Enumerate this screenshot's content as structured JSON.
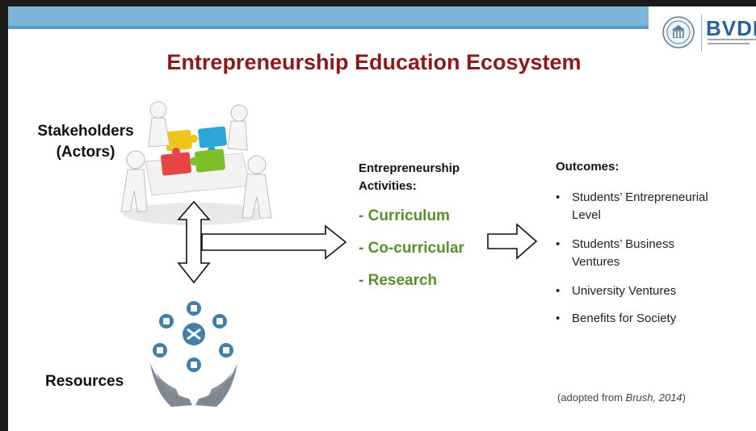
{
  "slide": {
    "title": "Entrepreneurship Education Ecosystem",
    "logo_text": "BVDI"
  },
  "nodes": {
    "stakeholders": {
      "line1": "Stakeholders",
      "line2": "(Actors)"
    },
    "resources": "Resources",
    "activities": {
      "heading_line1": "Entrepreneurship",
      "heading_line2": "Activities:",
      "items": [
        "- Curriculum",
        "- Co-curricular",
        "- Research"
      ]
    },
    "outcomes": {
      "heading": "Outcomes:",
      "bullet": "•",
      "items": [
        "Students’ Entrepreneurial Level",
        "Students’ Business Ventures",
        "University Ventures",
        "Benefits for Society"
      ]
    }
  },
  "citation": {
    "prefix": "(adopted from ",
    "author": "Brush, 2014",
    "suffix": ")"
  },
  "colors": {
    "title": "#8b1a1a",
    "activities": "#5a8f2e",
    "top_band": "#7fb6d8",
    "logo": "#2b5f9e"
  }
}
